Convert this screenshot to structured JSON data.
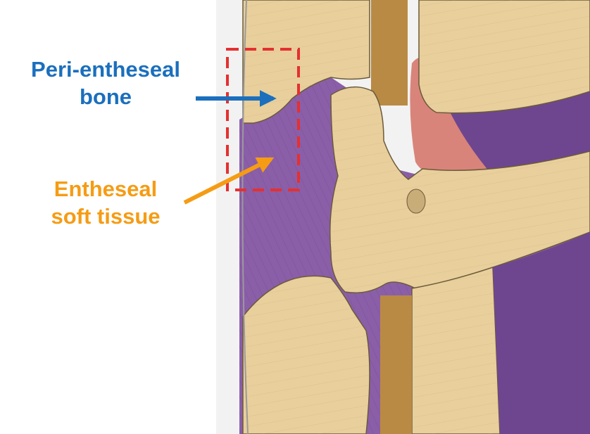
{
  "labels": {
    "peri_entheseal": {
      "line1": "Peri-entheseal",
      "line2": "bone",
      "color": "#1b6fbd"
    },
    "entheseal_soft": {
      "line1": "Entheseal",
      "line2": "soft tissue",
      "color": "#f59c14"
    }
  },
  "colors": {
    "bone": "#e8cf9c",
    "bone_shadow": "#c9ad78",
    "muscle": "#8b5ea8",
    "muscle_dark": "#6e4690",
    "ligament": "#d9847a",
    "rod": "#b98a44",
    "outline": "#6b5a3a",
    "dashed_box": "#e53030",
    "panel_bg": "#f2f2f2"
  },
  "icons": [
    "blue-arrow-icon",
    "orange-arrow-icon"
  ]
}
